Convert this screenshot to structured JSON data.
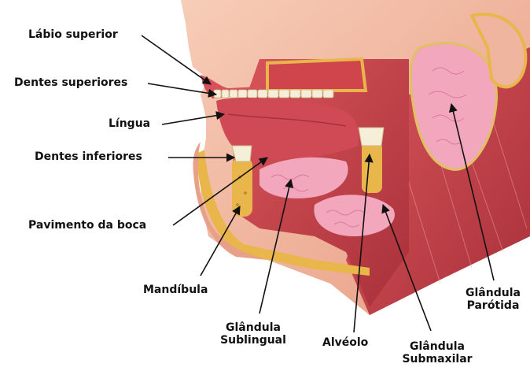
{
  "labels": {
    "labio_superior": "Lábio superior",
    "dentes_superiores": "Dentes superiores",
    "lingua": "Língua",
    "dentes_inferiores": "Dentes inferiores",
    "pavimento_da_boca": "Pavimento da boca",
    "mandibula": "Mandíbula",
    "glandula_sublingual_1": "Glândula",
    "glandula_sublingual_2": "Sublingual",
    "alveolo": "Alvéolo",
    "glandula_submaxilar_1": "Glândula",
    "glandula_submaxilar_2": "Submaxilar",
    "glandula_parotida_1": "Glândula",
    "glandula_parotida_2": "Parótida"
  },
  "colors": {
    "skin": "#f3b9a0",
    "muscle": "#c9434a",
    "muscle_dark": "#9e2a33",
    "gland": "#f2a7bd",
    "bone": "#e9b64b",
    "teeth": "#f5efd9",
    "tongue": "#d8505a"
  }
}
